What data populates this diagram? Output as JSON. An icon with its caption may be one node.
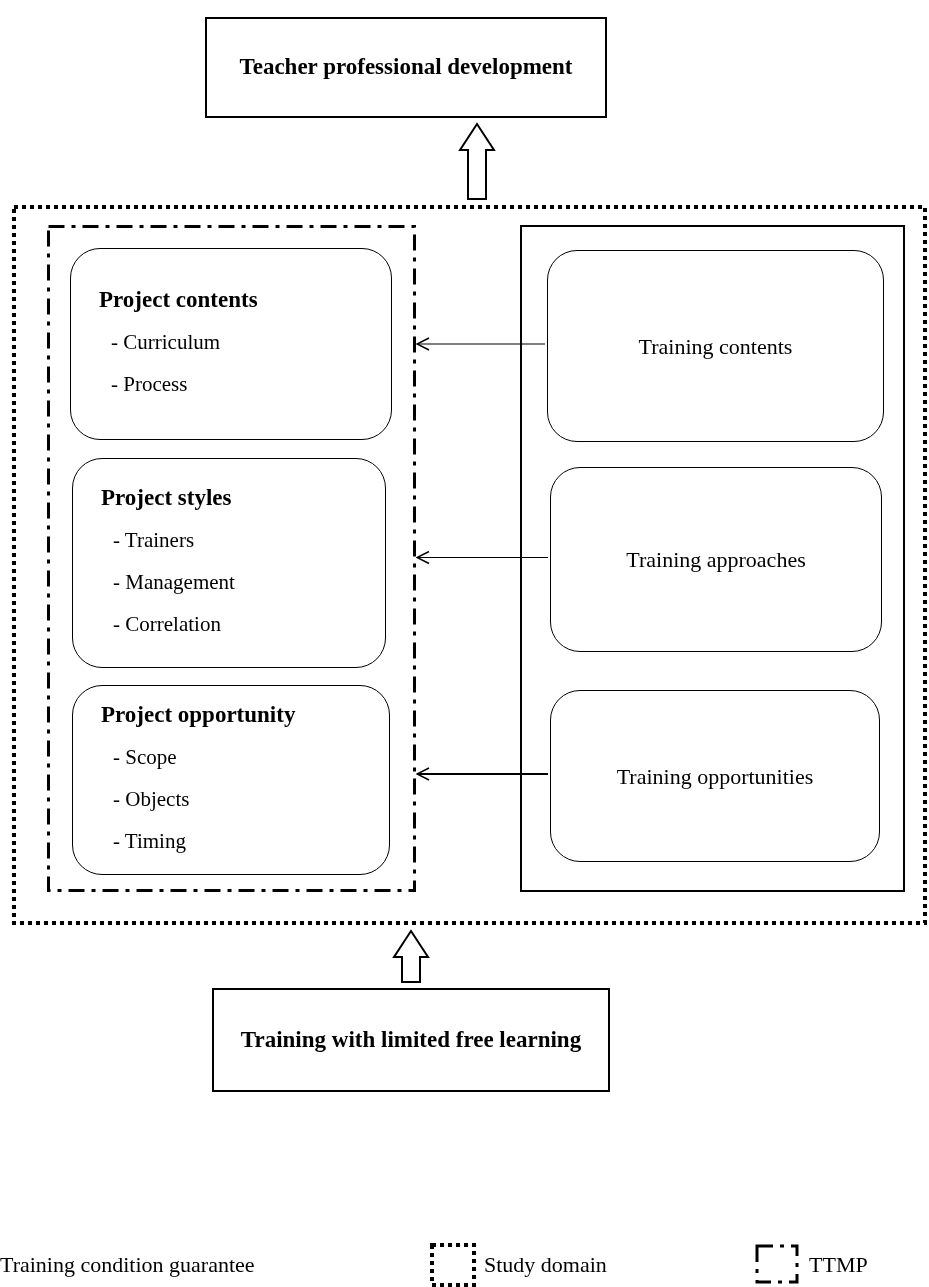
{
  "diagram": {
    "nodes": [
      {
        "text": [
          "Teacher professional development"
        ]
      },
      {
        "text": [],
        "shape": "box"
      },
      {
        "text": [],
        "shape": "box",
        "in": 1
      },
      {
        "text": [
          "Project contents",
          "- Curriculum",
          "- Process"
        ],
        "in": 2
      },
      {
        "text": [
          "Project styles",
          "- Trainers",
          "- Management",
          "- Correlation"
        ],
        "in": 2
      },
      {
        "text": [
          "Project opportunity",
          "- Scope",
          "- Objects",
          "- Timing"
        ],
        "in": 2
      },
      {
        "text": [],
        "shape": "box",
        "in": 1
      },
      {
        "text": [
          "Training contents"
        ],
        "in": 6
      },
      {
        "text": [
          "Training approaches"
        ],
        "in": 6
      },
      {
        "text": [
          "Training opportunities"
        ],
        "in": 6
      },
      {
        "text": [
          "Training with limited free learning"
        ]
      }
    ],
    "edges": [
      {
        "from": 1,
        "to": 0,
        "arrow": "to",
        "style": "thick"
      },
      {
        "from": 7,
        "to": 2,
        "arrow": "to"
      },
      {
        "from": 8,
        "to": 2,
        "arrow": "to"
      },
      {
        "from": 9,
        "to": 2,
        "arrow": "to"
      },
      {
        "from": 10,
        "to": 1,
        "arrow": "to",
        "style": "thick"
      }
    ],
    "legend": [
      {
        "text": "Training condition guarantee"
      },
      {
        "text": "Study domain"
      },
      {
        "text": "TTMP"
      }
    ]
  }
}
